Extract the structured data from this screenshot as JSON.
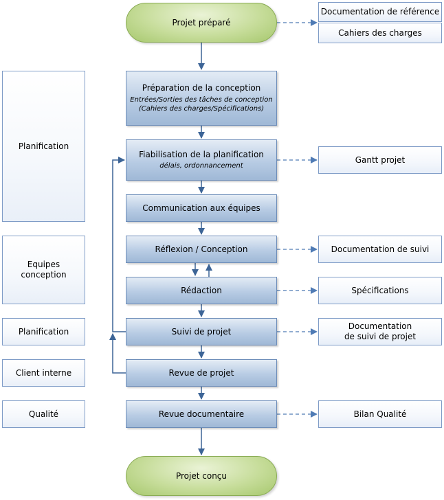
{
  "terminals": {
    "start": "Projet préparé",
    "end": "Projet conçu"
  },
  "steps": {
    "preparation": {
      "title": "Préparation de la conception",
      "sub1": "Entrées/Sorties des tâches de conception",
      "sub2": "(Cahiers des charges/Spécifications)"
    },
    "fiabilisation": {
      "title": "Fiabilisation de la planification",
      "sub1": "délais, ordonnancement"
    },
    "communication": "Communication aux équipes",
    "reflexion": "Réflexion / Conception",
    "redaction": "Rédaction",
    "suivi": "Suivi de projet",
    "revue_projet": "Revue de projet",
    "revue_doc": "Revue documentaire"
  },
  "documents": {
    "doc_reference": "Documentation de référence",
    "cahiers": "Cahiers des charges",
    "gantt": "Gantt projet",
    "doc_suivi": "Documentation de suivi",
    "specifications": "Spécifications",
    "doc_suivi_projet_line1": "Documentation",
    "doc_suivi_projet_line2": "de suivi de projet",
    "bilan": "Bilan Qualité"
  },
  "roles": {
    "planification_main": "Planification",
    "equipes_line1": "Equipes",
    "equipes_line2": "conception",
    "planification_suivi": "Planification",
    "client_interne": "Client interne",
    "qualite": "Qualité"
  },
  "colors": {
    "connector": "#3c6496",
    "dashed_connector": "#4f7bb5"
  }
}
